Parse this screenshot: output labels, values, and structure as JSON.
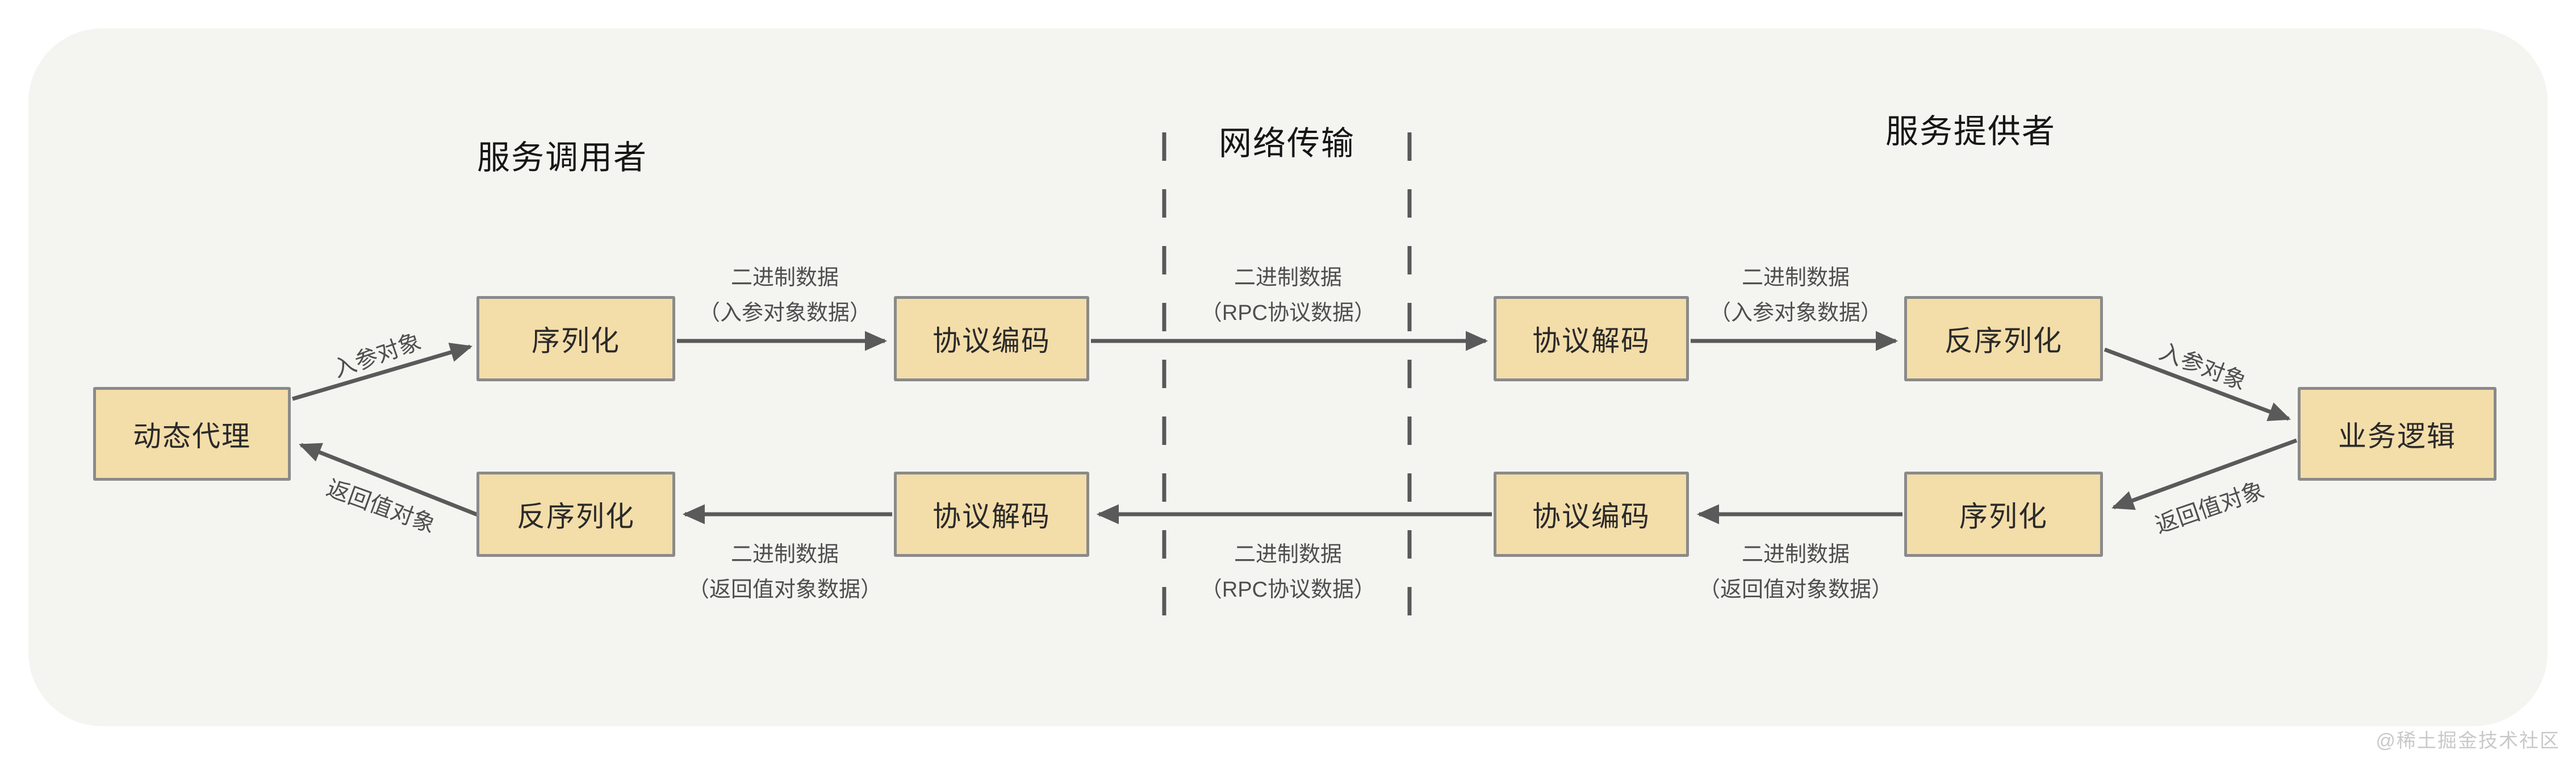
{
  "titles": {
    "caller": "服务调用者",
    "network": "网络传输",
    "provider": "服务提供者"
  },
  "boxes": {
    "dynamic_proxy": "动态代理",
    "serialize_top": "序列化",
    "protocol_encode_top": "协议编码",
    "protocol_decode_top": "协议解码",
    "deserialize_top": "反序列化",
    "business_logic": "业务逻辑",
    "deserialize_bottom": "反序列化",
    "protocol_decode_bottom": "协议解码",
    "protocol_encode_bottom": "协议编码",
    "serialize_bottom": "序列化"
  },
  "edge_labels": {
    "in_param_object_left": "入参对象",
    "return_value_object_left": "返回值对象",
    "in_param_object_right": "入参对象",
    "return_value_object_right": "返回值对象",
    "binary_in_param_top_left": {
      "line1": "二进制数据",
      "line2": "（入参对象数据）"
    },
    "binary_rpc_top_middle": {
      "line1": "二进制数据",
      "line2": "（RPC协议数据）"
    },
    "binary_in_param_top_right": {
      "line1": "二进制数据",
      "line2": "（入参对象数据）"
    },
    "binary_return_bottom_left": {
      "line1": "二进制数据",
      "line2": "（返回值对象数据）"
    },
    "binary_rpc_bottom_middle": {
      "line1": "二进制数据",
      "line2": "（RPC协议数据）"
    },
    "binary_return_bottom_right": {
      "line1": "二进制数据",
      "line2": "（返回值对象数据）"
    }
  },
  "watermark": "@稀土掘金技术社区",
  "colors": {
    "page_bg": "#ffffff",
    "card_bg": "#f4f4f1",
    "box_fill": "#f3dda9",
    "box_border": "#8a8a8a",
    "line_color": "#5a5a5a",
    "label_color": "#4f4f4f",
    "title_color": "#161616",
    "watermark_color": "#c9c9c9"
  }
}
